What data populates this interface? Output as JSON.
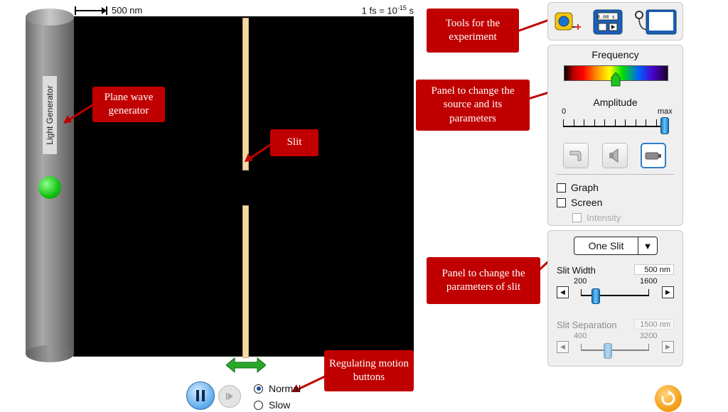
{
  "scale": {
    "length_label": "500 nm",
    "time_label_base": "1 fs = 10",
    "time_label_exp": "-15",
    "time_label_unit": " s"
  },
  "generator": {
    "label": "Light Generator"
  },
  "callouts": {
    "tools": "Tools for the experiment",
    "source_panel": "Panel to change the source and its parameters",
    "plane_wave": "Plane wave generator",
    "slit": "Slit",
    "slit_panel": "Panel to change the parameters of slit",
    "motion": "Regulating motion buttons"
  },
  "tools": {
    "stopwatch_readout": "0.00 s"
  },
  "source_panel": {
    "frequency_label": "Frequency",
    "frequency_fraction": 0.5,
    "amplitude_label": "Amplitude",
    "amplitude_min": "0",
    "amplitude_max": "max",
    "amplitude_fraction": 1.0,
    "source_types": [
      "water-faucet-icon",
      "speaker-icon",
      "laser-icon"
    ],
    "selected_source": "laser-icon",
    "checkboxes": {
      "graph": "Graph",
      "screen": "Screen",
      "intensity": "Intensity"
    }
  },
  "slit_panel": {
    "slit_mode": "One Slit",
    "width_label": "Slit Width",
    "width_value": "500 nm",
    "width_min": "200",
    "width_max": "1600",
    "width_fraction": 0.21,
    "separation_label": "Slit Separation",
    "separation_value": "1500 nm",
    "separation_min": "400",
    "separation_max": "3200",
    "separation_fraction": 0.39
  },
  "playback": {
    "normal_label": "Normal",
    "slow_label": "Slow",
    "selected": "normal"
  },
  "colors": {
    "callout": "#c00000",
    "field": "#000000",
    "slit": "#f1d9a4",
    "accent": "#2b7fc9"
  }
}
